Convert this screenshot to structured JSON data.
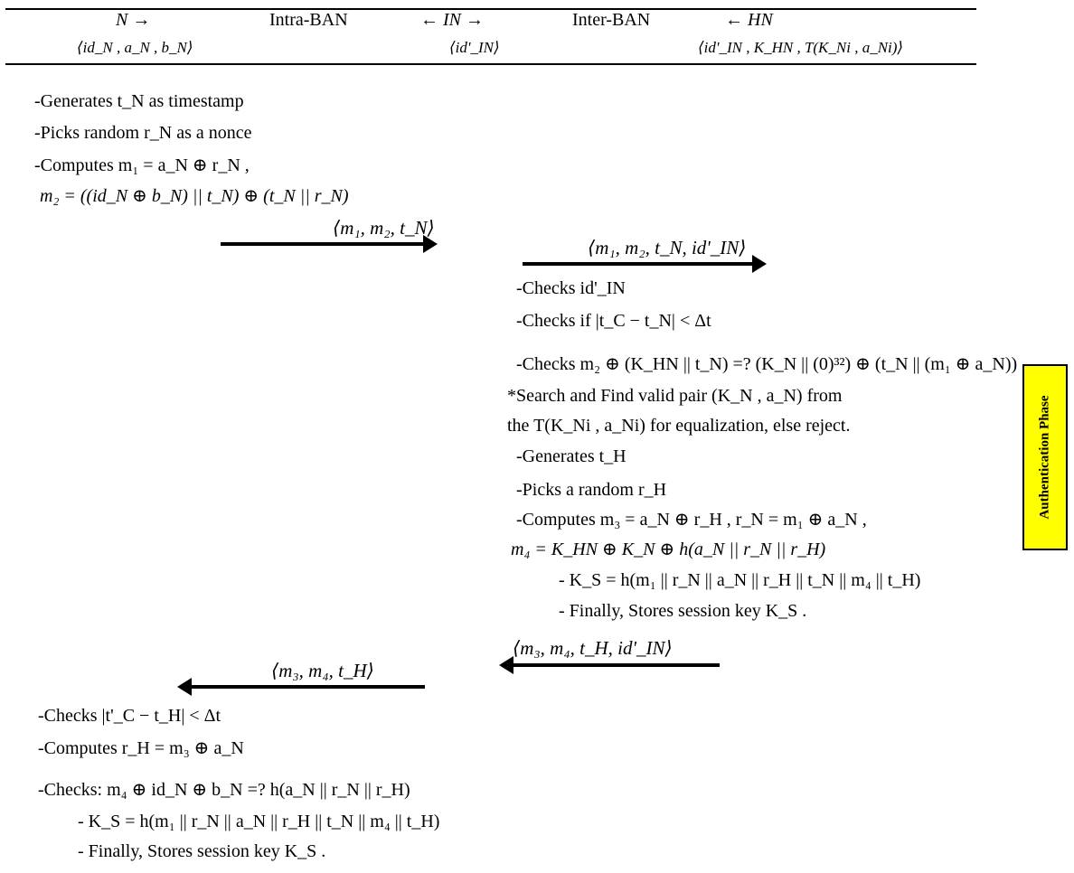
{
  "header": {
    "n": {
      "title": "N →",
      "params": "⟨id_N , a_N , b_N⟩"
    },
    "intra": "Intra-BAN",
    "in": {
      "title": "← IN →",
      "params": "⟨id'_IN⟩"
    },
    "inter": "Inter-BAN",
    "hn": {
      "title": "← HN",
      "params": "⟨id'_IN , K_HN , T(K_Ni , a_Ni)⟩"
    }
  },
  "node_n_steps": [
    "-Generates t_N as timestamp",
    "-Picks random r_N as a nonce",
    "-Computes m₁ = a_N ⊕ r_N ,",
    "m₂ = ((id_N ⊕ b_N) || t_N) ⊕ (t_N || r_N)"
  ],
  "messages": {
    "msg1": "⟨m₁, m₂, t_N⟩",
    "msg2": "⟨m₁, m₂, t_N, id'_IN⟩",
    "msg3": "⟨m₃, m₄, t_H, id'_IN⟩",
    "msg4": "⟨m₃, m₄, t_H⟩"
  },
  "hn_steps": [
    "-Checks id'_IN",
    "-Checks if |t_C − t_N| < Δt",
    "-Checks m₂ ⊕ (K_HN || t_N) =? (K_N || (0)³²) ⊕ (t_N || (m₁ ⊕ a_N))",
    "*Search and Find valid pair (K_N , a_N) from",
    "the T(K_Ni , a_Ni) for equalization, else reject.",
    "-Generates t_H",
    "-Picks a random r_H",
    "-Computes m₃ = a_N ⊕ r_H , r_N = m₁ ⊕ a_N ,",
    "m₄ = K_HN ⊕ K_N ⊕ h(a_N || r_N || r_H)",
    "- K_S = h(m₁ || r_N || a_N || r_H || t_N || m₄ || t_H)",
    "- Finally, Stores session key K_S ."
  ],
  "node_n_final_steps": [
    "-Checks |t'_C − t_H| < Δt",
    "-Computes r_H = m₃ ⊕ a_N",
    "-Checks: m₄ ⊕ id_N ⊕ b_N =? h(a_N || r_N || r_H)",
    "- K_S = h(m₁ || r_N || a_N || r_H || t_N || m₄ || t_H)",
    "- Finally, Stores session key K_S ."
  ],
  "phase_label": "Authentication Phase"
}
